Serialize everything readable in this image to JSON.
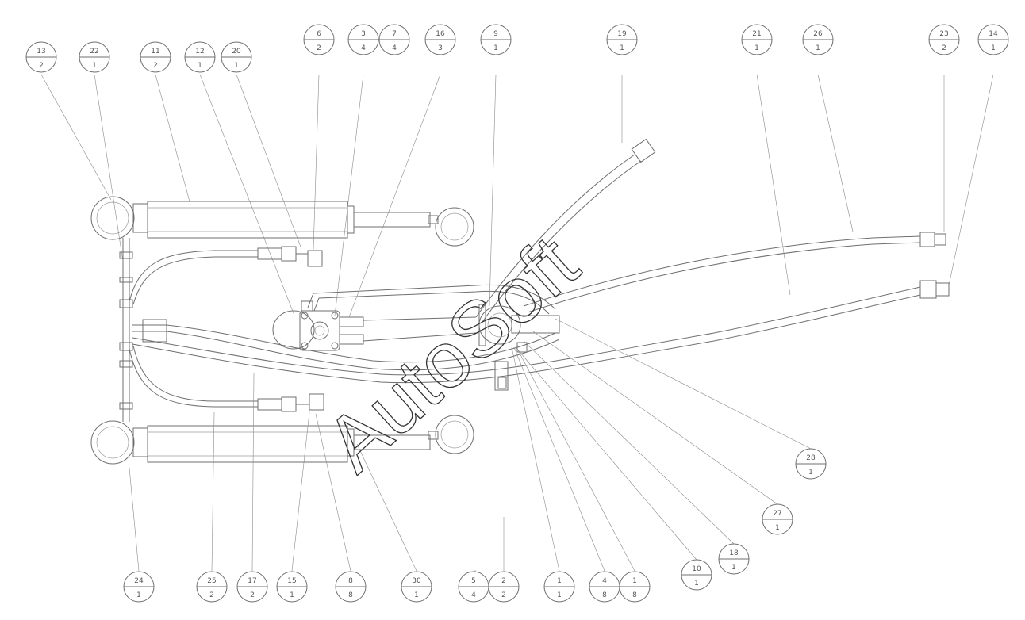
{
  "watermark": "AutoSoft",
  "balloons": [
    {
      "id": "b-top-1",
      "top": "13",
      "bottom": "2"
    },
    {
      "id": "b-top-2",
      "top": "22",
      "bottom": "1"
    },
    {
      "id": "b-top-3",
      "top": "11",
      "bottom": "2"
    },
    {
      "id": "b-top-4",
      "top": "12",
      "bottom": "1"
    },
    {
      "id": "b-top-5",
      "top": "20",
      "bottom": "1"
    },
    {
      "id": "b-top-6",
      "top": "6",
      "bottom": "2"
    },
    {
      "id": "b-top-7",
      "top": "3",
      "bottom": "4"
    },
    {
      "id": "b-top-8",
      "top": "7",
      "bottom": "4"
    },
    {
      "id": "b-top-9",
      "top": "16",
      "bottom": "3"
    },
    {
      "id": "b-top-10",
      "top": "9",
      "bottom": "1"
    },
    {
      "id": "b-top-11",
      "top": "19",
      "bottom": "1"
    },
    {
      "id": "b-top-12",
      "top": "21",
      "bottom": "1"
    },
    {
      "id": "b-top-13",
      "top": "26",
      "bottom": "1"
    },
    {
      "id": "b-top-14",
      "top": "23",
      "bottom": "2"
    },
    {
      "id": "b-top-15",
      "top": "14",
      "bottom": "1"
    },
    {
      "id": "b-right-1",
      "top": "28",
      "bottom": "1"
    },
    {
      "id": "b-right-2",
      "top": "27",
      "bottom": "1"
    },
    {
      "id": "b-right-3",
      "top": "18",
      "bottom": "1"
    },
    {
      "id": "b-right-4",
      "top": "10",
      "bottom": "1"
    },
    {
      "id": "b-bot-1",
      "top": "24",
      "bottom": "1"
    },
    {
      "id": "b-bot-2",
      "top": "25",
      "bottom": "2"
    },
    {
      "id": "b-bot-3",
      "top": "17",
      "bottom": "2"
    },
    {
      "id": "b-bot-4",
      "top": "15",
      "bottom": "1"
    },
    {
      "id": "b-bot-5",
      "top": "8",
      "bottom": "8"
    },
    {
      "id": "b-bot-6",
      "top": "30",
      "bottom": "1"
    },
    {
      "id": "b-bot-7",
      "top": "5",
      "bottom": "4"
    },
    {
      "id": "b-bot-8",
      "top": "2",
      "bottom": "2"
    },
    {
      "id": "b-bot-9",
      "top": "1",
      "bottom": "1"
    },
    {
      "id": "b-bot-10",
      "top": "4",
      "bottom": "8"
    },
    {
      "id": "b-bot-11",
      "top": "1",
      "bottom": "8"
    }
  ]
}
